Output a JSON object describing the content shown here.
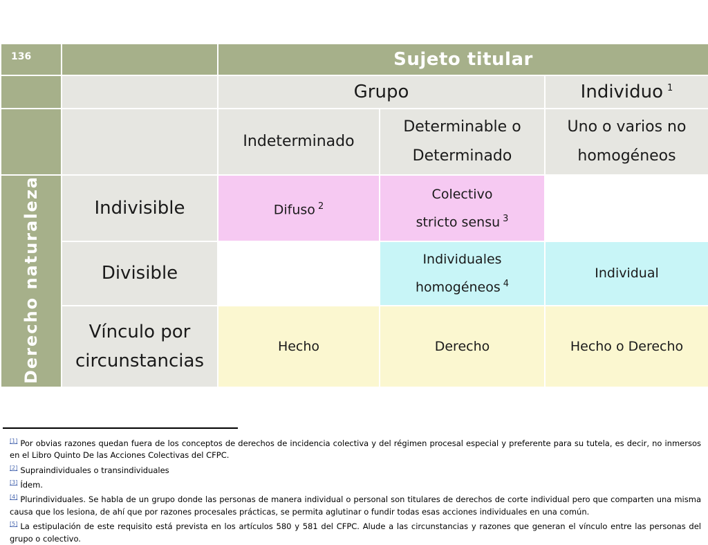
{
  "page_number": "136",
  "table": {
    "header_title": "Sujeto titular",
    "group_label": "Grupo",
    "individual_label": "Individuo",
    "individual_sup": "1",
    "sub_indeterminado": "Indeterminado",
    "sub_determinable": [
      "Determinable o",
      "Determinado"
    ],
    "sub_uno_varios": [
      "Uno o varios no",
      "homogéneos"
    ],
    "side_label": "Derecho  naturaleza",
    "rows": {
      "indivisible": {
        "label": "Indivisible",
        "difuso": "Difuso",
        "difuso_sup": "2",
        "colectivo_line1": "Colectivo",
        "colectivo_line2": "stricto sensu",
        "colectivo_sup": "3"
      },
      "divisible": {
        "label": "Divisible",
        "ind_hom_line1": "Individuales",
        "ind_hom_line2": "homogéneos",
        "ind_hom_sup": "4",
        "individual": "Individual"
      },
      "vinculo": {
        "label_line1": "Vínculo por",
        "label_line2": "circunstancias",
        "hecho": "Hecho",
        "derecho": "Derecho",
        "hecho_o_derecho": "Hecho o Derecho"
      }
    }
  },
  "footnotes": [
    {
      "ref": "[1]",
      "text": "Por obvias razones quedan fuera de los conceptos de derechos de incidencia colectiva y del régimen procesal especial y preferente para su tutela, es decir, no inmersos en el Libro Quinto De las Acciones Colectivas del CFPC."
    },
    {
      "ref": "[2]",
      "text": "Supraindividuales o transindividuales"
    },
    {
      "ref": "[3]",
      "text": "Ídem."
    },
    {
      "ref": "[4]",
      "text": "Plurindividuales. Se habla de un grupo donde las personas de manera individual o personal son titulares de derechos de corte individual pero que comparten una misma causa que los lesiona, de ahí que por razones procesales prácticas, se permita aglutinar o fundir todas esas acciones individuales en una común."
    },
    {
      "ref": "[5]",
      "text": "La estipulación de este requisito está prevista en los artículos 580 y 581 del CFPC. Alude a las circunstancias y razones que generan el vínculo entre las personas del grupo o colectivo."
    }
  ]
}
